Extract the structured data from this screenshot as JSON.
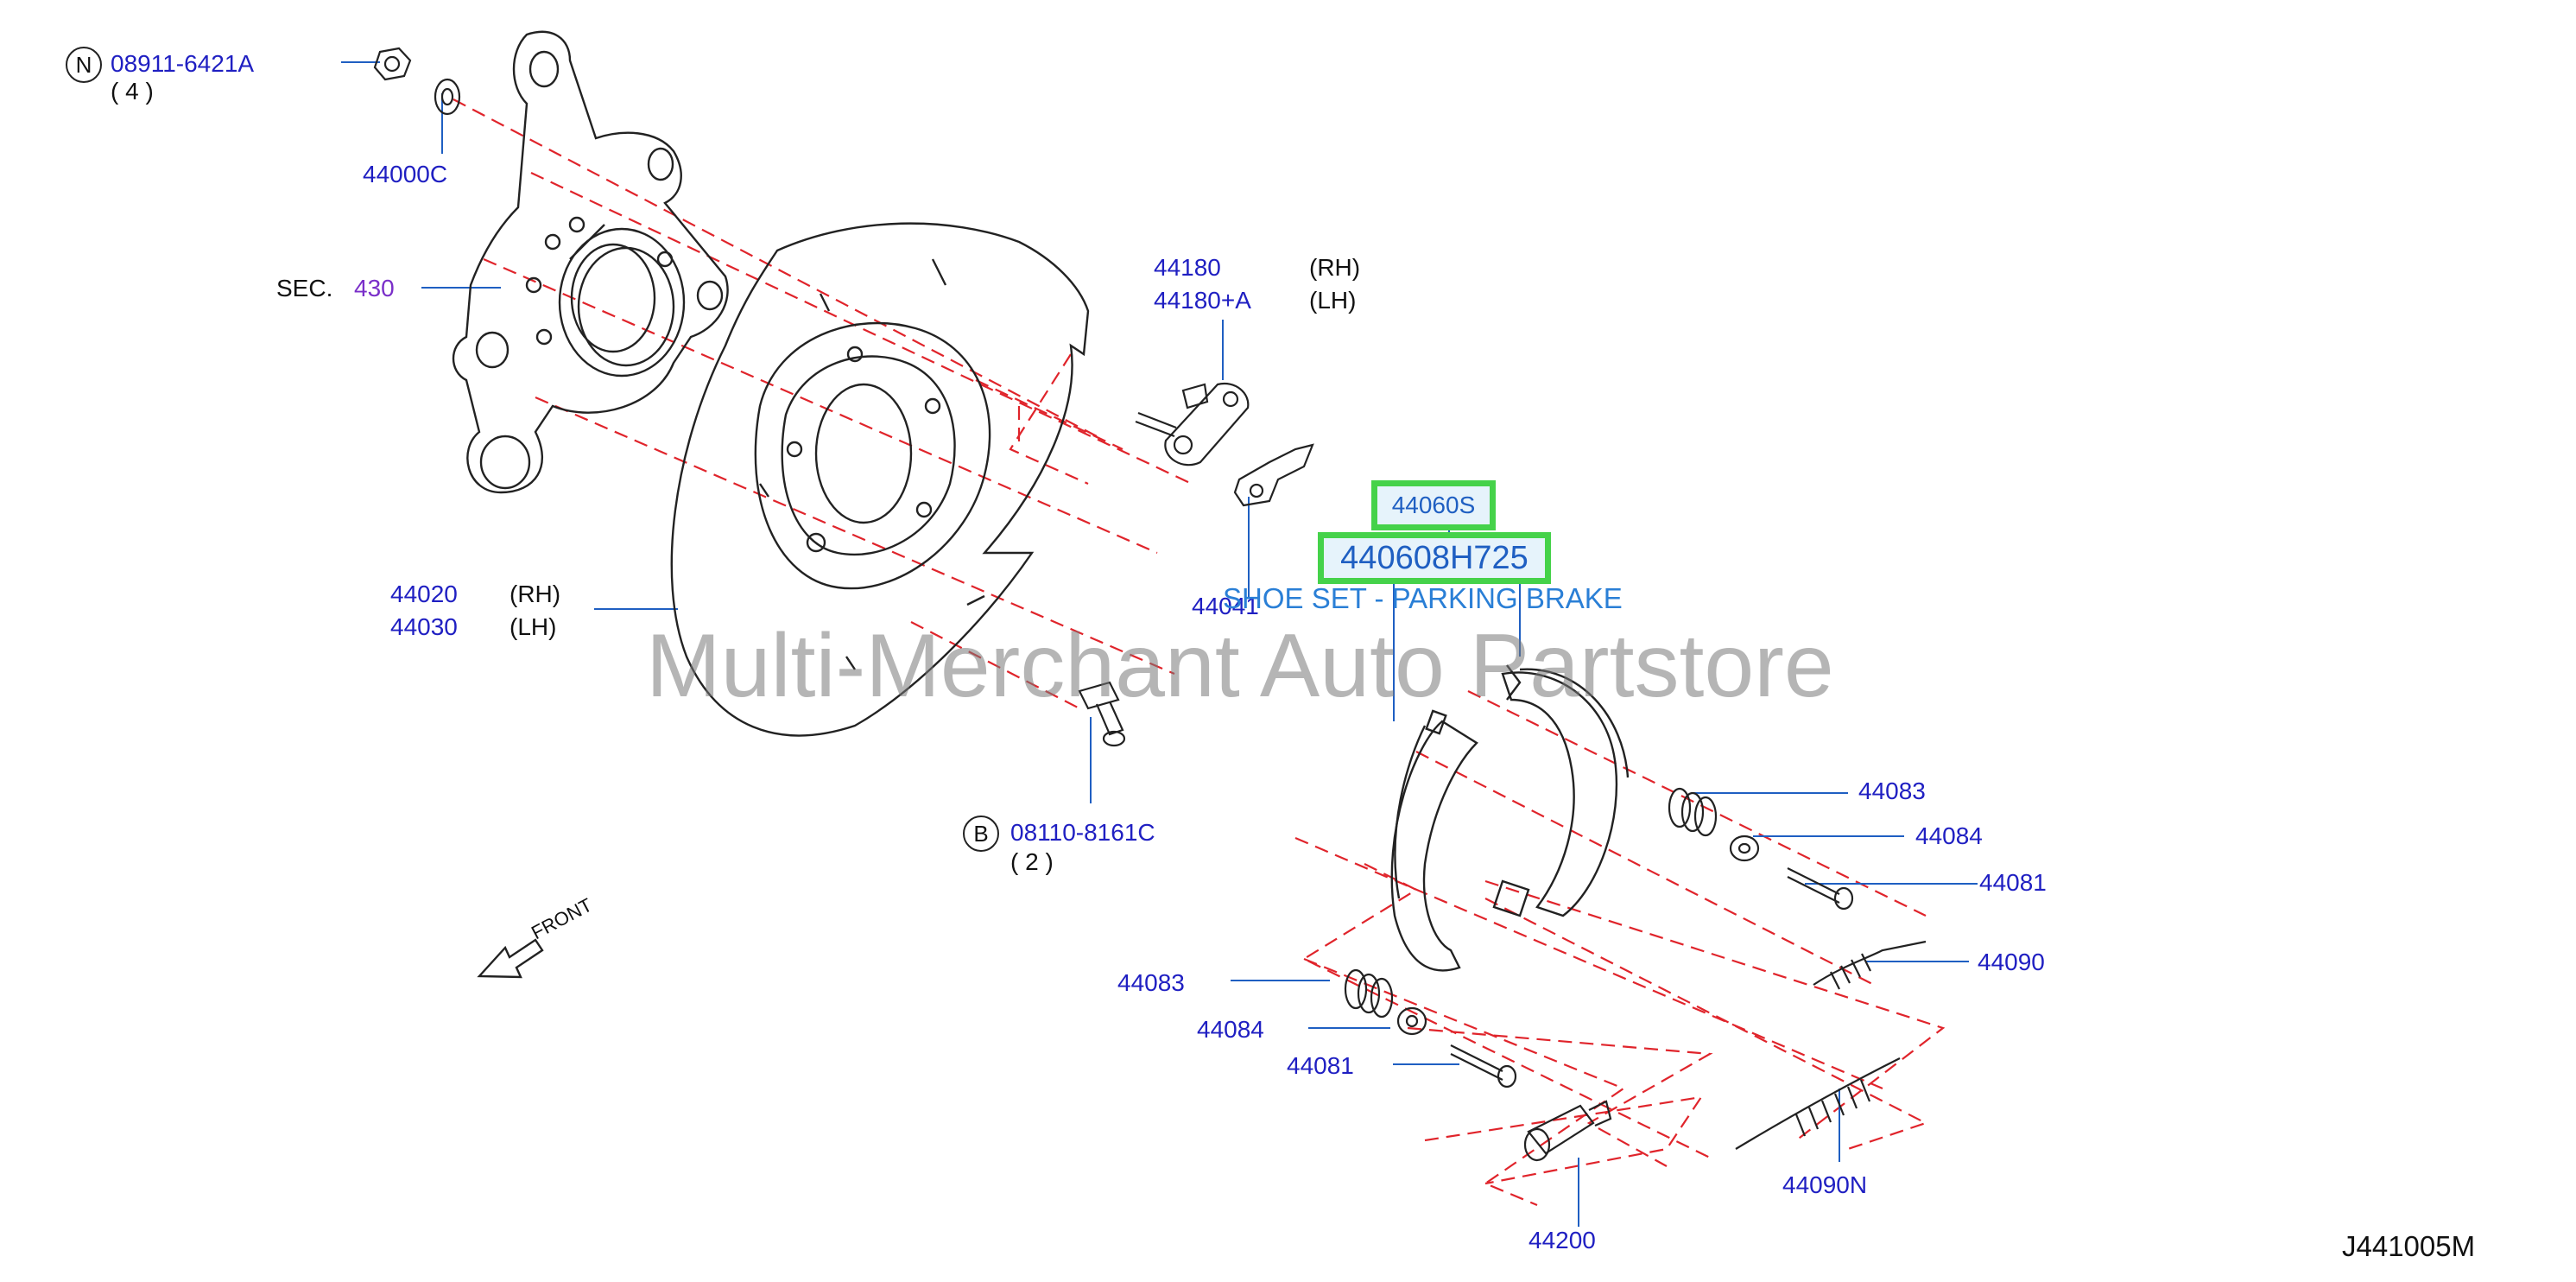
{
  "callouts": {
    "bolt_n": {
      "letter": "N",
      "part": "08911-6421A",
      "qty": "( 4 )"
    },
    "washer": {
      "part": "44000C"
    },
    "section": {
      "prefix": "SEC.",
      "ref": "430"
    },
    "adjuster_rh": {
      "part": "44180",
      "side": "(RH)"
    },
    "adjuster_lh": {
      "part": "44180+A",
      "side": "(LH)"
    },
    "plate_rh": {
      "part": "44020",
      "side": "(RH)"
    },
    "plate_lh": {
      "part": "44030",
      "side": "(LH)"
    },
    "lever": {
      "part": "44041"
    },
    "bolt_b": {
      "letter": "B",
      "part": "08110-8161C",
      "qty": "( 2 )"
    },
    "spring_upper": {
      "part": "44083"
    },
    "retainer_upper": {
      "part": "44084"
    },
    "pin_upper": {
      "part": "44081"
    },
    "return_spring": {
      "part": "44090"
    },
    "spring_lower": {
      "part": "44083"
    },
    "retainer_lower": {
      "part": "44084"
    },
    "pin_lower": {
      "part": "44081"
    },
    "lower_spring": {
      "part": "44090N"
    },
    "adjuster_assy": {
      "part": "44200"
    }
  },
  "highlight": {
    "shoe_kit": "44060S",
    "shoe_set": "440608H725",
    "description": "SHOE SET - PARKING BRAKE"
  },
  "front_label": "FRONT",
  "watermark": "Multi-Merchant Auto Partstore",
  "diagram_code": "J441005M",
  "colors": {
    "part_number": "#1f1fc2",
    "highlight_border": "#45d24a",
    "dashed_guide": "#e0242b"
  }
}
